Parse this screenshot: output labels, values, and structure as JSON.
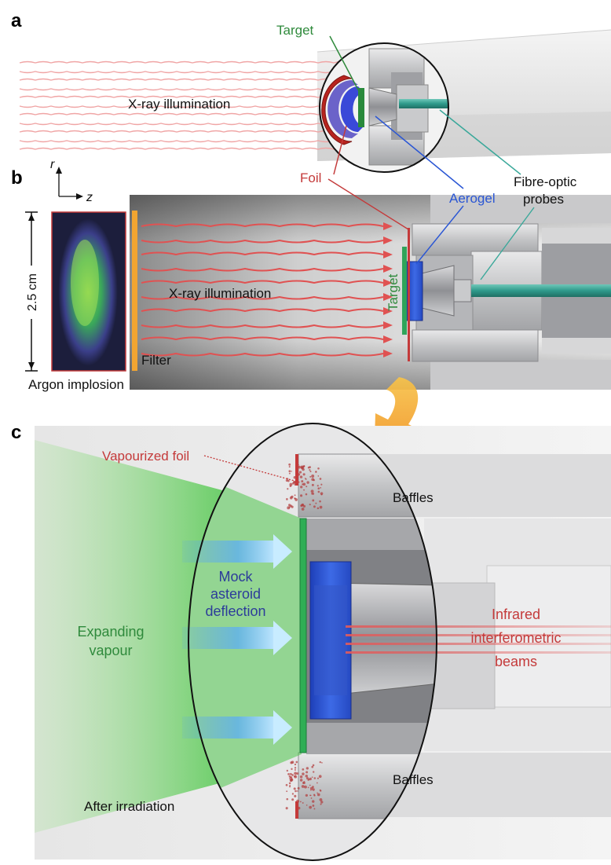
{
  "panels": {
    "a": {
      "letter": "a",
      "xray_label": "X-ray illumination",
      "target_label": "Target"
    },
    "b": {
      "letter": "b",
      "axis_r": "r",
      "axis_z": "z",
      "scale_label": "2.5 cm",
      "xray_label": "X-ray illumination",
      "filter_label": "Filter",
      "argon_label": "Argon implosion",
      "target_label": "Target",
      "foil_label": "Foil",
      "aerogel_label": "Aerogel",
      "probes_line1": "Fibre-optic",
      "probes_line2": "probes"
    },
    "c": {
      "letter": "c",
      "vapourized_label": "Vapourized foil",
      "baffles_top": "Baffles",
      "baffles_bottom": "Baffles",
      "mock_line1": "Mock",
      "mock_line2": "asteroid",
      "mock_line3": "deflection",
      "expanding_line1": "Expanding",
      "expanding_line2": "vapour",
      "infrared_line1": "Infrared",
      "infrared_line2": "interferometric",
      "infrared_line3": "beams",
      "after_label": "After irradiation"
    }
  },
  "colors": {
    "foil_red": "#c43a3a",
    "target_green": "#2f8a3c",
    "aerogel_blue": "#2a56d4",
    "probe_teal": "#3aa89a",
    "filter_orange": "#f2a531",
    "vapour_green": "#7fd37a"
  }
}
